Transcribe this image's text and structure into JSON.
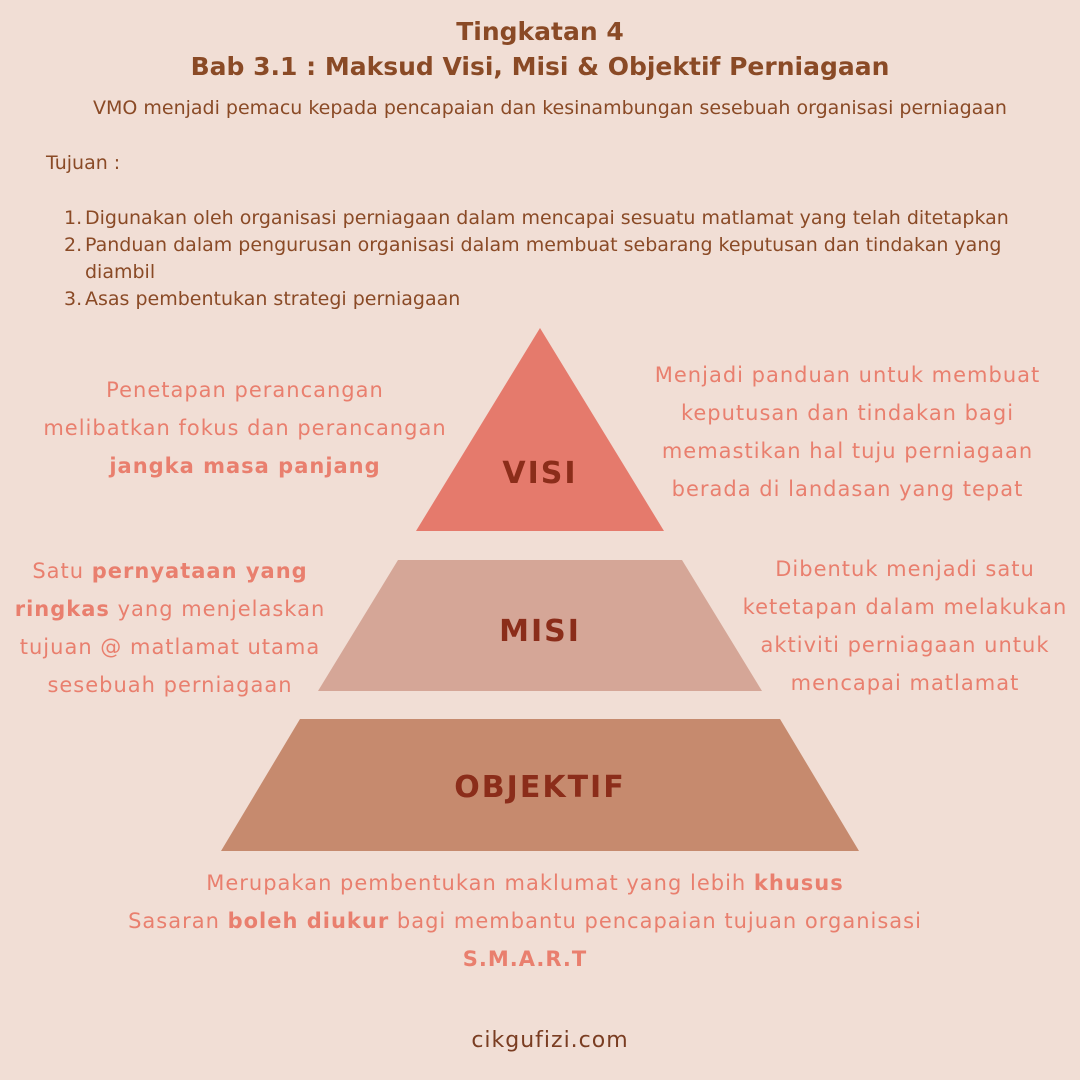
{
  "header": {
    "title_line1": "Tingkatan 4",
    "title_line2": "Bab 3.1 :  Maksud Visi, Misi & Objektif Perniagaan",
    "subtitle": "VMO menjadi pemacu kepada pencapaian dan kesinambungan sesebuah organisasi perniagaan"
  },
  "tujuan": {
    "label": "Tujuan :",
    "items": [
      {
        "num": "1.",
        "text": "Digunakan oleh organisasi perniagaan dalam mencapai sesuatu matlamat yang telah ditetapkan"
      },
      {
        "num": "2.",
        "text": "Panduan dalam pengurusan organisasi dalam membuat sebarang keputusan dan tindakan yang diambil"
      },
      {
        "num": "3.",
        "text": "Asas pembentukan strategi perniagaan"
      }
    ]
  },
  "pyramid": {
    "visi": {
      "label": "VISI",
      "color": "#e57a6c",
      "left_plain_1": "Penetapan perancangan",
      "left_plain_2": "melibatkan fokus dan perancangan",
      "left_bold": "jangka masa panjang",
      "right_1": "Menjadi panduan untuk membuat",
      "right_2": "keputusan dan tindakan bagi",
      "right_3": "memastikan hal tuju perniagaan",
      "right_4": "berada di landasan yang tepat"
    },
    "misi": {
      "label": "MISI",
      "color": "#d5a697",
      "left_plain_1": "Satu",
      "left_bold_1": "pernyataan yang",
      "left_bold_2": "ringkas",
      "left_plain_2": "yang menjelaskan",
      "left_plain_3": "tujuan @ matlamat utama",
      "left_plain_4": "sesebuah perniagaan",
      "right_1": "Dibentuk menjadi satu",
      "right_2": "ketetapan dalam melakukan",
      "right_3": "aktiviti perniagaan untuk",
      "right_4": "mencapai matlamat"
    },
    "objektif": {
      "label": "OBJEKTIF",
      "color": "#c68a6e",
      "line1_plain": "Merupakan pembentukan maklumat yang lebih",
      "line1_bold": "khusus",
      "line2_plain_a": "Sasaran",
      "line2_bold": "boleh diukur",
      "line2_plain_b": "bagi membantu pencapaian tujuan organisasi",
      "line3_bold": "S.M.A.R.T"
    }
  },
  "footer": {
    "text": "cikgufizi.com"
  }
}
